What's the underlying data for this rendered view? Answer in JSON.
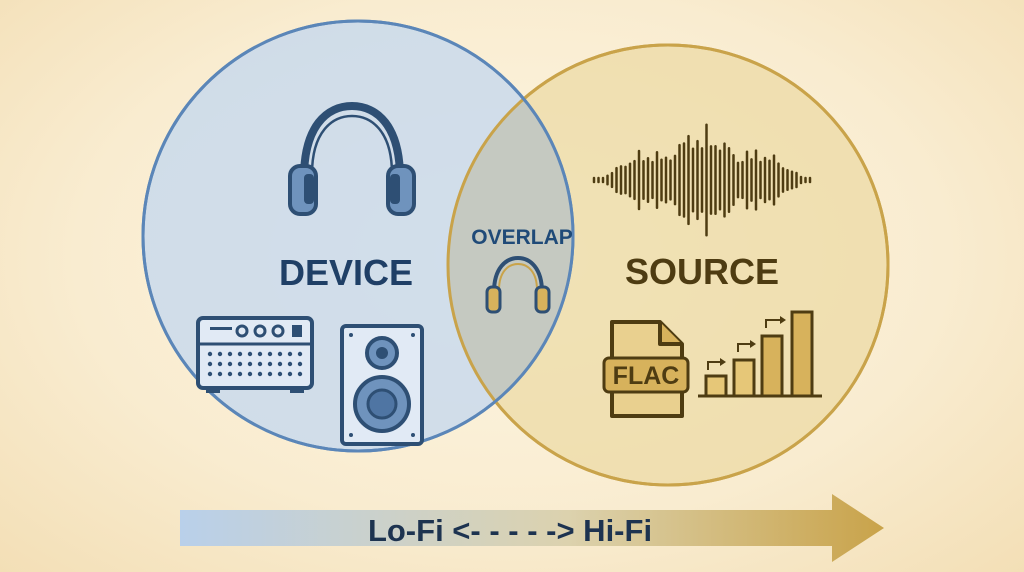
{
  "sets": {
    "device": {
      "label": "DEVICE"
    },
    "source": {
      "label": "SOURCE"
    },
    "overlap": {
      "label": "OVERLAP"
    }
  },
  "file_icon": {
    "label": "FLAC"
  },
  "spectrum": {
    "label": "Lo-Fi <- - - - -> Hi-Fi"
  },
  "colors": {
    "device_fill": "#c9d9ec",
    "device_stroke": "#5b86b8",
    "device_text": "#1f3f66",
    "source_fill": "#ecd9a3",
    "source_stroke": "#c9a34a",
    "source_text": "#4e3c12",
    "overlap_fill": "#c3c7bd",
    "overlap_text": "#1f4a78",
    "icon_blue": "#2e4f74",
    "icon_blue_fill": "#6f93bd",
    "icon_gold": "#8a6a1f",
    "icon_gold_fill": "#d7b25c",
    "arrow_start": "#b9d0ea",
    "arrow_end": "#c9a34a"
  }
}
